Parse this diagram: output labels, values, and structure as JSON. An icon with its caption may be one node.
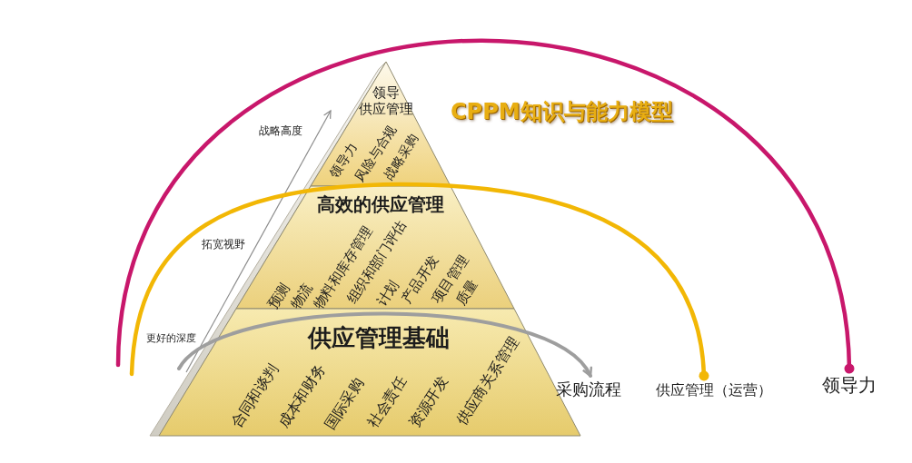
{
  "diagram": {
    "title": "CPPM知识与能力模型",
    "nodes": [
      {
        "text": [
          "领导供应管理",
          "领导力",
          "风险与合规",
          "战略采购"
        ]
      },
      {
        "text": [
          "高效的供应管理",
          "预测",
          "物流",
          "物料和库存管理",
          "组织和部门评估",
          "计划",
          "产品开发",
          "项目管理",
          "质量"
        ]
      },
      {
        "text": [
          "供应管理基础",
          "合同和谈判",
          "成本和财务",
          "国际采购",
          "社会责任",
          "资源开发",
          "供应商关系管理"
        ]
      },
      {
        "text": [
          "采购流程"
        ]
      },
      {
        "text": [
          "供应管理（运营）"
        ]
      },
      {
        "text": [
          "领导力"
        ]
      }
    ],
    "edges": [
      {
        "from": null,
        "to": 3,
        "arrow": "to",
        "color": "#9e9e9e"
      },
      {
        "from": null,
        "to": 4,
        "arrow": "other",
        "color": "#f2b705"
      },
      {
        "from": null,
        "to": 5,
        "arrow": "other",
        "color": "#c8176b"
      }
    ],
    "labels": [
      "战略高度",
      "拓宽视野",
      "更好的深度"
    ]
  }
}
